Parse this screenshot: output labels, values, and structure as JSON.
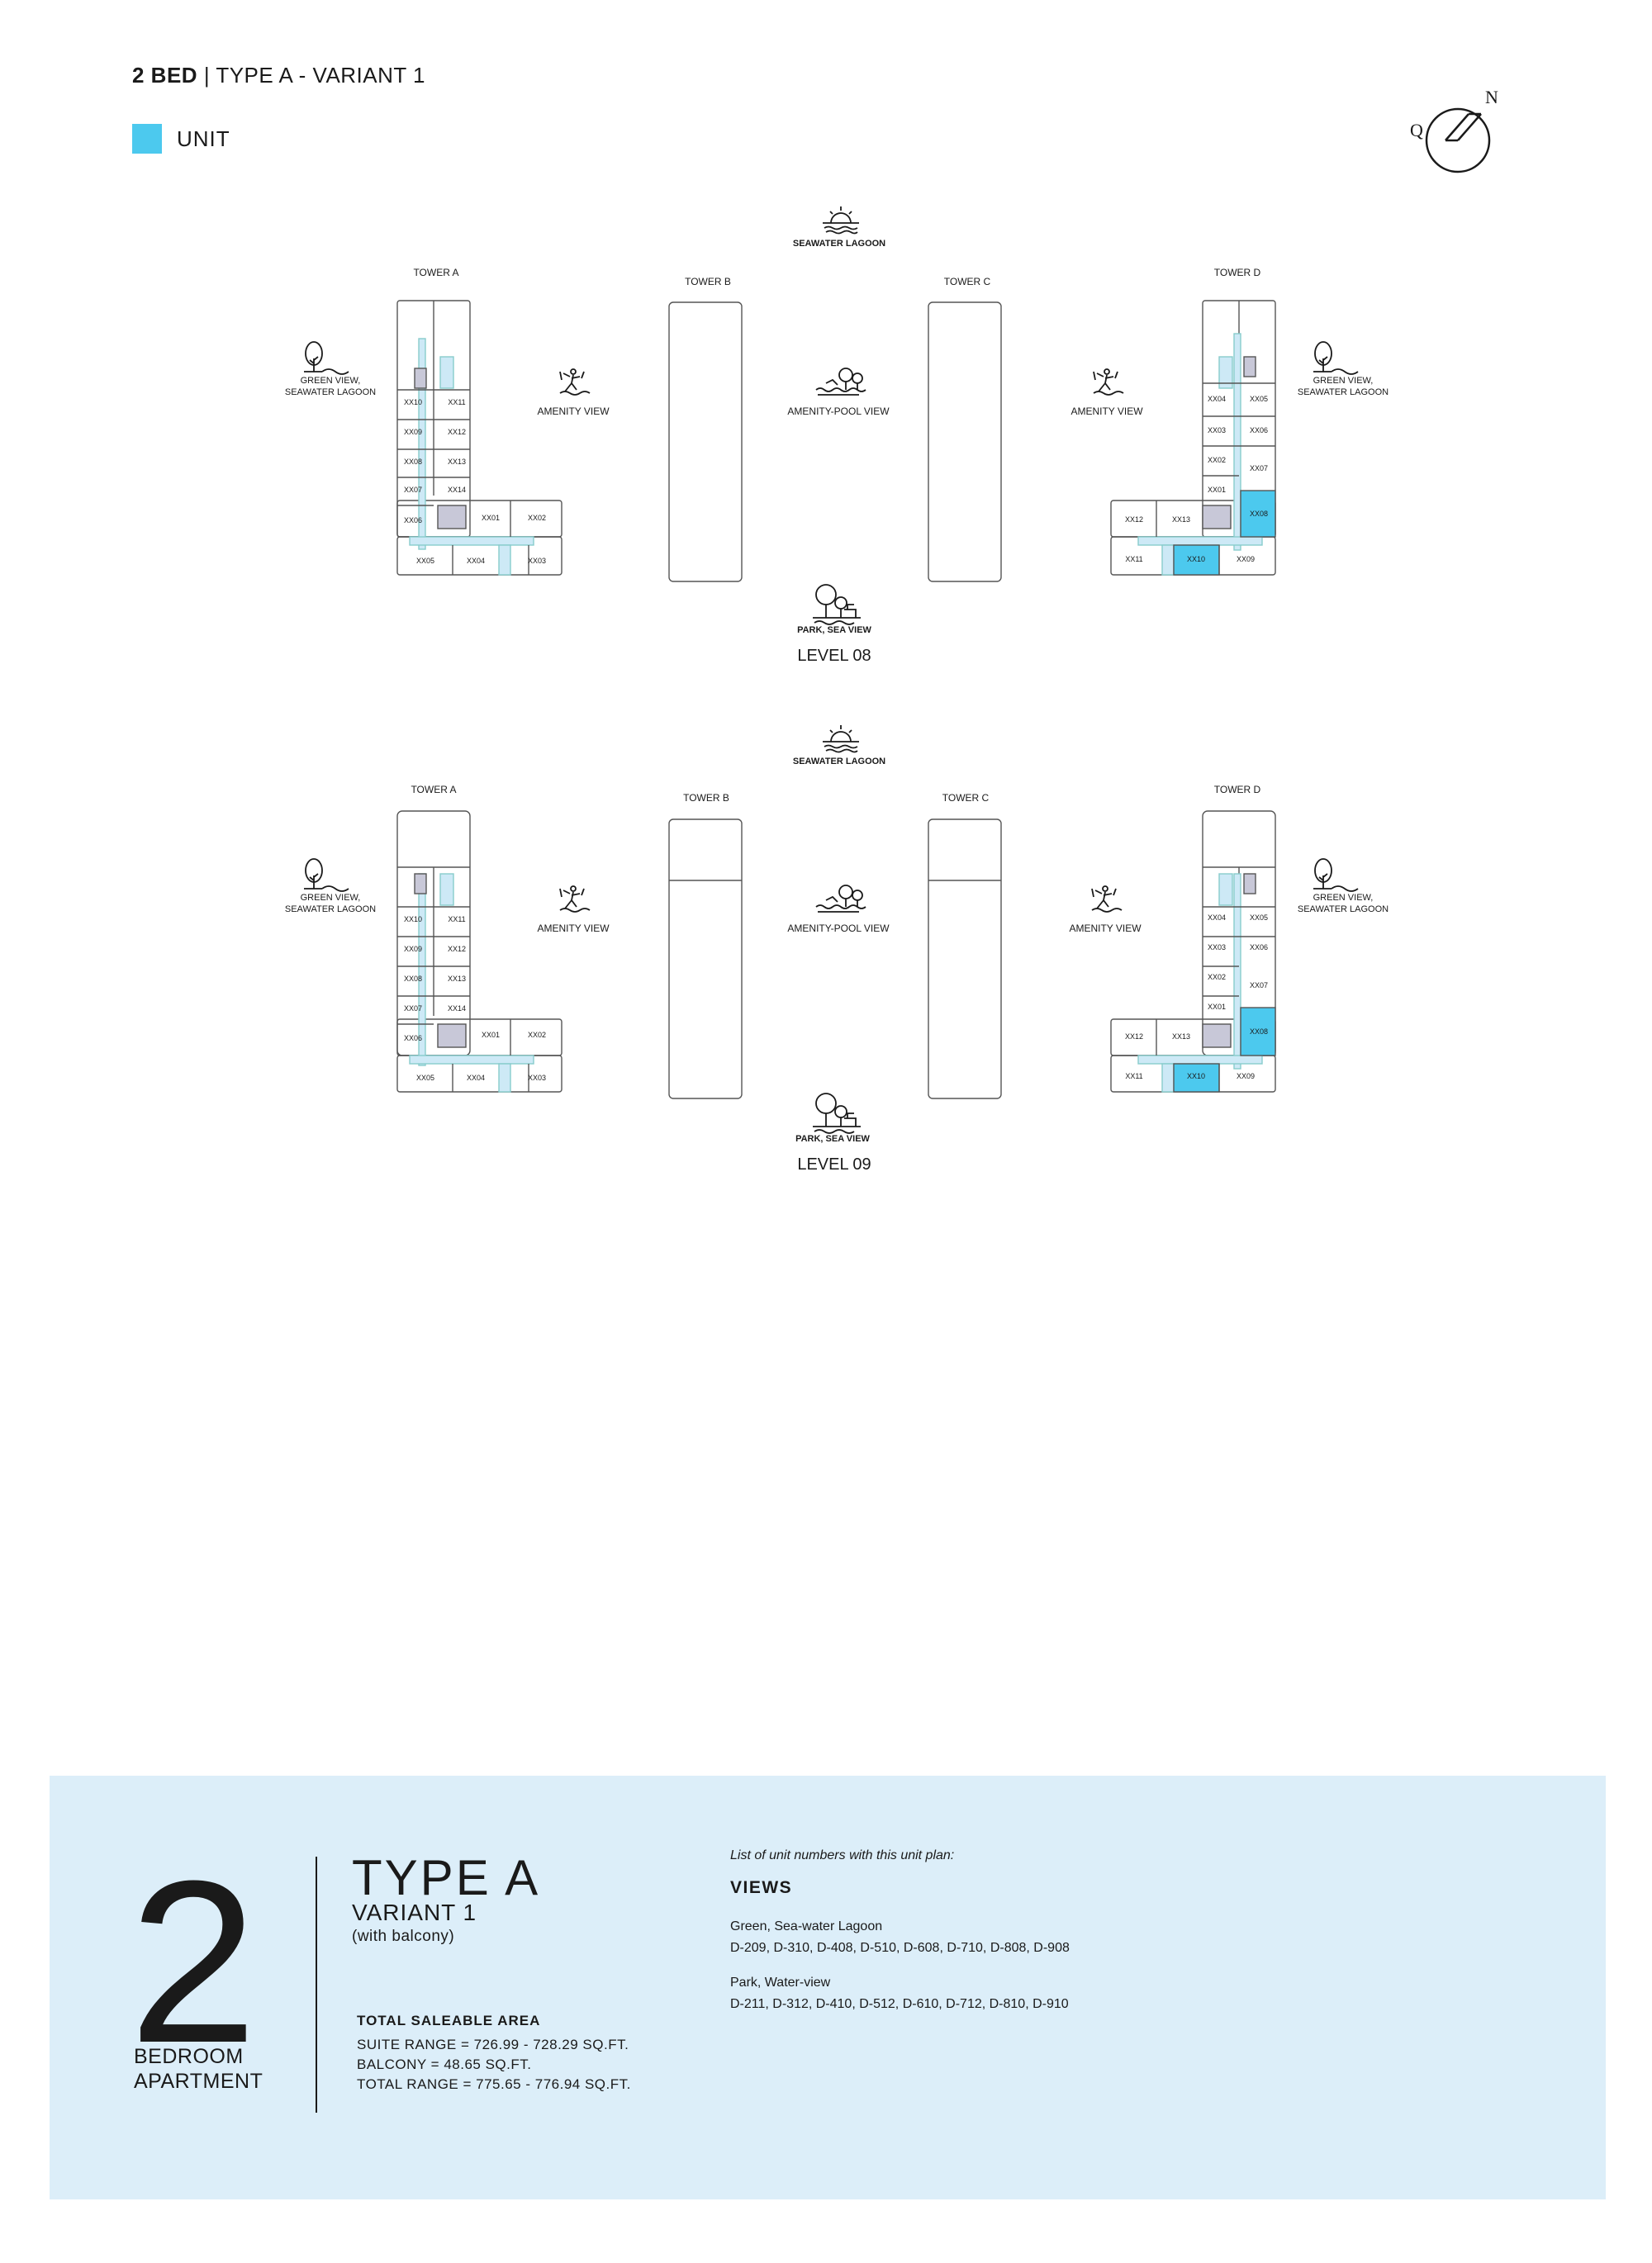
{
  "header": {
    "title_bold": "2 BED",
    "title_rest": "| TYPE A - VARIANT 1"
  },
  "legend": {
    "label": "UNIT",
    "color": "#4cc9ee"
  },
  "compass": {
    "north": "N",
    "mark": "Q"
  },
  "levels": [
    {
      "name": "LEVEL 08",
      "top_label": "SEAWATER LAGOON",
      "bottom_label": "PARK, SEA VIEW",
      "towers": {
        "a": "TOWER A",
        "b": "TOWER B",
        "c": "TOWER C",
        "d": "TOWER D"
      },
      "views": {
        "west": [
          "GREEN VIEW,",
          "SEAWATER LAGOON"
        ],
        "a_east": "AMENITY VIEW",
        "center": "AMENITY-POOL VIEW",
        "d_west": "AMENITY VIEW",
        "east": [
          "GREEN VIEW,",
          "SEAWATER LAGOON"
        ]
      }
    },
    {
      "name": "LEVEL 09",
      "top_label": "SEAWATER LAGOON",
      "bottom_label": "PARK, SEA VIEW",
      "towers": {
        "a": "TOWER A",
        "b": "TOWER B",
        "c": "TOWER C",
        "d": "TOWER D"
      },
      "views": {
        "west": [
          "GREEN VIEW,",
          "SEAWATER LAGOON"
        ],
        "a_east": "AMENITY VIEW",
        "center": "AMENITY-POOL VIEW",
        "d_west": "AMENITY VIEW",
        "east": [
          "GREEN VIEW,",
          "SEAWATER LAGOON"
        ]
      }
    }
  ],
  "units": {
    "tower_a": {
      "left": [
        "XX10",
        "XX09",
        "XX08",
        "XX07",
        "XX06"
      ],
      "right": [
        "XX11",
        "XX12",
        "XX13",
        "XX14"
      ],
      "wing_top": [
        "XX01",
        "XX02"
      ],
      "wing_bottom": [
        "XX05",
        "XX04",
        "XX03"
      ]
    },
    "tower_d": {
      "left": [
        "XX04",
        "XX03",
        "XX02",
        "XX01"
      ],
      "right": [
        "XX05",
        "XX06",
        "XX07",
        "XX08"
      ],
      "wing_top": [
        "XX12",
        "XX13"
      ],
      "wing_bottom": [
        "XX11",
        "XX10",
        "XX09"
      ],
      "highlighted": [
        "XX08",
        "XX10"
      ]
    }
  },
  "panel": {
    "big_number": "2",
    "bedroom": "BEDROOM",
    "apartment": "APARTMENT",
    "type": "TYPE A",
    "variant": "VARIANT 1",
    "balcony_note": "(with balcony)",
    "area_title": "TOTAL SALEABLE AREA",
    "suite_range": "SUITE RANGE = 726.99 - 728.29 SQ.FT.",
    "balcony": "BALCONY = 48.65 SQ.FT.",
    "total_range": "TOTAL RANGE = 775.65 - 776.94 SQ.FT.",
    "list_intro": "List of unit numbers with this unit plan:",
    "views_title": "VIEWS",
    "view_groups": [
      {
        "name": "Green, Sea-water Lagoon",
        "units": "D-209, D-310, D-408, D-510, D-608, D-710, D-808, D-908"
      },
      {
        "name": "Park, Water-view",
        "units": "D-211, D-312, D-410, D-512, D-610, D-712, D-810, D-910"
      }
    ]
  }
}
